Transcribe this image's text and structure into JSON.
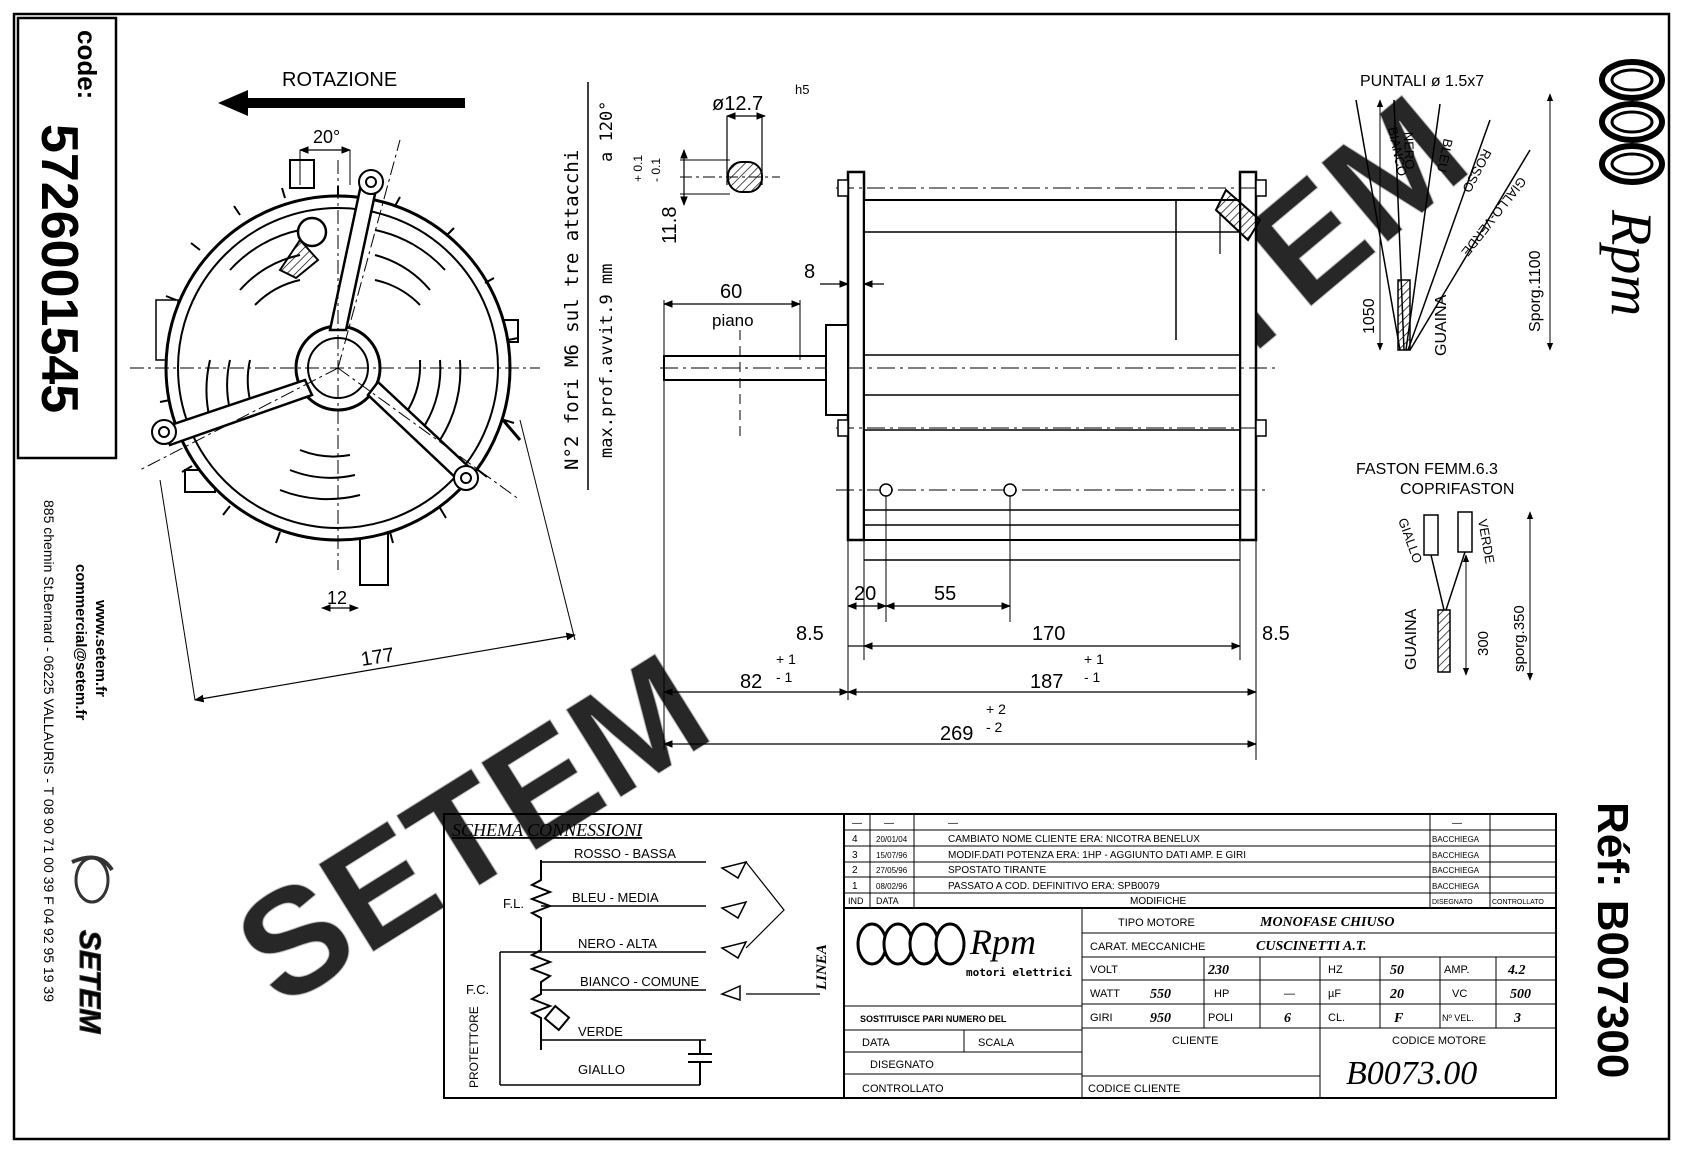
{
  "left_panel": {
    "code_label": "code:",
    "code_value": "5726001545",
    "website": "www.setem.fr",
    "email": "commercial@setem.fr",
    "address": "885 chemin St.Bernard  -  06225 VALLAURIS  -  T 08 90 71 00 39  F 04 92 95 19 39",
    "logo_text": "SETEM"
  },
  "right_panel": {
    "brand": "Rpm",
    "ref": "Réf: B007300"
  },
  "watermark": "SETEM",
  "front_view": {
    "rotation": "ROTAZIONE",
    "angle": "20°",
    "dim_12": "12",
    "dim_177": "177",
    "holes_note_1": "N°2 fori M6 sul tre attacchi",
    "holes_note_2": "max.prof.avvit.9 mm",
    "holes_note_3": "a 120°"
  },
  "shaft_detail": {
    "diameter": "ø12.7",
    "tolerance_class": "h5",
    "flat_height": "11.8",
    "tol_plus": "+ 0.1",
    "tol_minus": "- 0.1"
  },
  "side_view": {
    "dim_8_top": "8",
    "dim_60": "60",
    "piano": "piano",
    "dim_20": "20",
    "dim_55": "55",
    "dim_8_5_left": "8.5",
    "dim_170": "170",
    "dim_8_5_right": "8.5",
    "dim_82": "82",
    "dim_82_tol_p": "+ 1",
    "dim_82_tol_m": "- 1",
    "dim_187": "187",
    "dim_187_tol_p": "+ 1",
    "dim_187_tol_m": "- 1",
    "dim_269": "269",
    "dim_269_tol_p": "+ 2",
    "dim_269_tol_m": "- 2"
  },
  "leads": {
    "puntali": "PUNTALI   ø 1.5x7",
    "wires": [
      "BIANCO",
      "NERO",
      "BLEU",
      "ROSSO",
      "GIALLO-VERDE"
    ],
    "dim_1050": "1050",
    "guaina": "GUAINA",
    "sporg": "Sporg.1100"
  },
  "faston": {
    "title_1": "FASTON FEMM.6.3",
    "title_2": "COPRIFASTON",
    "wire_1": "GIALLO",
    "wire_2": "VERDE",
    "guaina": "GUAINA",
    "dim_300": "300",
    "sporg": "sporg.350"
  },
  "schema": {
    "title": "SCHEMA CONNESSIONI",
    "rosso": "ROSSO - BASSA",
    "bleu": "BLEU - MEDIA",
    "nero": "NERO - ALTA",
    "bianco": "BIANCO - COMUNE",
    "verde": "VERDE",
    "giallo": "GIALLO",
    "fl": "F.L.",
    "fc": "F.C.",
    "protettore": "PROTETTORE",
    "linea": "LINEA"
  },
  "revisions": [
    {
      "ind": "—",
      "data": "—",
      "desc": "—",
      "by": "—"
    },
    {
      "ind": "4",
      "data": "20/01/04",
      "desc": "CAMBIATO NOME CLIENTE ERA: NICOTRA BENELUX",
      "by": "BACCHIEGA"
    },
    {
      "ind": "3",
      "data": "15/07/96",
      "desc": "MODIF.DATI POTENZA ERA: 1HP - AGGIUNTO DATI AMP. E GIRI",
      "by": "BACCHIEGA"
    },
    {
      "ind": "2",
      "data": "27/05/96",
      "desc": "SPOSTATO TIRANTE",
      "by": "BACCHIEGA"
    },
    {
      "ind": "1",
      "data": "08/02/96",
      "desc": "PASSATO A COD. DEFINITIVO ERA: SPB0079",
      "by": "BACCHIEGA"
    }
  ],
  "revision_header": {
    "ind": "IND",
    "data": "DATA",
    "modifiche": "MODIFICHE",
    "disegnato": "DISEGNATO",
    "controllato": "CONTROLLATO"
  },
  "title_block": {
    "logo_brand": "Rpm",
    "logo_sub": "motori elettrici",
    "sostituisce": "SOSTITUISCE PARI NUMERO DEL",
    "data": "DATA",
    "scala": "SCALA",
    "disegnato": "DISEGNATO",
    "controllato": "CONTROLLATO",
    "tipo_motore_label": "TIPO MOTORE",
    "tipo_motore_value": "MONOFASE CHIUSO",
    "carat_label": "CARAT. MECCANICHE",
    "carat_value": "CUSCINETTI A.T.",
    "volt_label": "VOLT",
    "volt_value": "230",
    "hz_label": "HZ",
    "hz_value": "50",
    "amp_label": "AMP.",
    "amp_value": "4.2",
    "watt_label": "WATT",
    "watt_value": "550",
    "hp_label": "HP",
    "hp_value": "—",
    "uf_label": "µF",
    "uf_value": "20",
    "vc_label": "VC",
    "vc_value": "500",
    "giri_label": "GIRI",
    "giri_value": "950",
    "poli_label": "POLI",
    "poli_value": "6",
    "cl_label": "CL.",
    "cl_value": "F",
    "vel_label": "Nº VEL.",
    "vel_value": "3",
    "cliente_label": "CLIENTE",
    "codice_cliente_label": "CODICE CLIENTE",
    "codice_motore_label": "CODICE MOTORE",
    "codice_motore_value": "B0073.00"
  }
}
